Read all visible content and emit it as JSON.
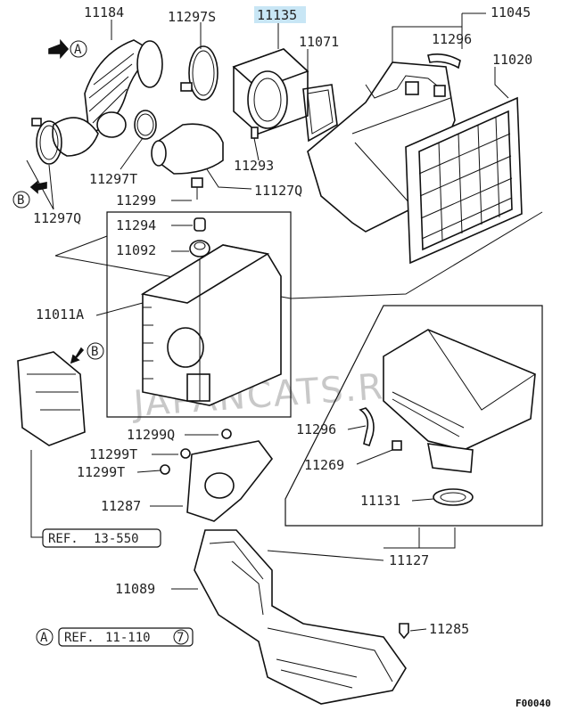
{
  "diagram_code": "F00040",
  "watermark": "JAPANCATS.RU",
  "highlighted_part": "11135",
  "highlight_color": "#c8e6f5",
  "parts": {
    "p11184": "11184",
    "p11297S": "11297S",
    "p11135": "11135",
    "p11071": "11071",
    "p11045": "11045",
    "p11296a": "11296",
    "p11020": "11020",
    "p11297T": "11297T",
    "p11293": "11293",
    "p11127Q": "11127Q",
    "p11299": "11299",
    "p11297Q": "11297Q",
    "p11294": "11294",
    "p11092": "11092",
    "p11011A": "11011A",
    "p11299Q": "11299Q",
    "p11299Ta": "11299T",
    "p11299Tb": "11299T",
    "p11287": "11287",
    "p11296b": "11296",
    "p11269": "11269",
    "p11131": "11131",
    "p11127": "11127",
    "p11089": "11089",
    "p11285": "11285"
  },
  "markers": {
    "a": "A",
    "b": "B"
  },
  "refs": {
    "ref1_prefix": "REF.",
    "ref1_code": "13-550",
    "ref2_prefix": "REF.",
    "ref2_code": "11-110",
    "ref2_circle": "7"
  }
}
